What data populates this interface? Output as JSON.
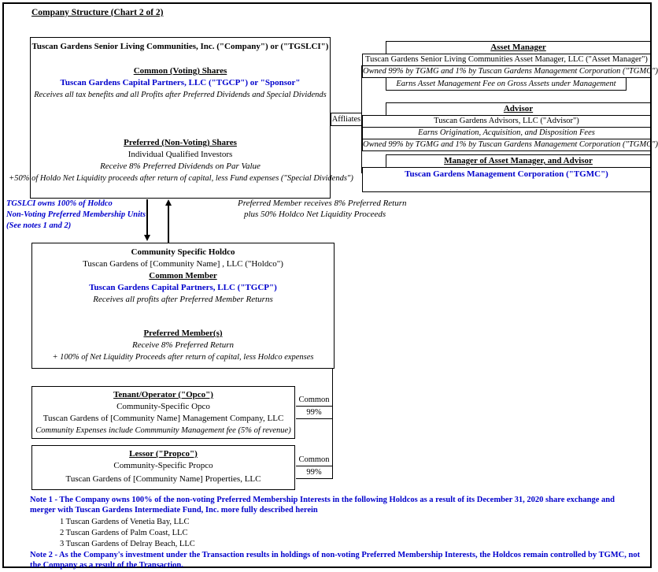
{
  "title": "Company Structure (Chart 2 of 2)",
  "affiliates_label": "Affliates",
  "company": {
    "title": "Tuscan Gardens Senior Living Communities, Inc. (\"Company\") or (\"TGSLCI\")",
    "common_header": "Common (Voting) Shares",
    "common_entity": "Tuscan Gardens Capital Partners, LLC (\"TGCP\") or \"Sponsor\"",
    "common_note": "Receives all tax benefits and all Profits after Preferred Dividends and Special Dividends",
    "preferred_header": "Preferred (Non-Voting) Shares",
    "preferred_investors": "Individual Qualified Investors",
    "preferred_note1": "Receive 8% Preferred Dividends on Par Value",
    "preferred_note2": "+50% of Holdo Net Liquidity proceeds after return of capital, less Fund expenses (\"Special Dividends\")"
  },
  "asset_manager": {
    "header": "Asset Manager",
    "entity": "Tuscan Gardens Senior Living Communities Asset Manager, LLC (\"Asset Manager\")",
    "ownership": "Owned 99% by TGMG and 1% by Tuscan Gardens Management Corporation (\"TGMC\")",
    "fees": "Earns Asset Management Fee on Gross Assets under Management"
  },
  "advisor": {
    "header": "Advisor",
    "entity": "Tuscan Gardens Advisors, LLC (\"Advisor\")",
    "fees": "Earns Origination, Acquisition, and Disposition Fees",
    "ownership": "Owned 99% by TGMG and 1% by Tuscan Gardens Management Corporation (\"TGMC\")"
  },
  "manager": {
    "header": "Manager of Asset Manager, and Advisor",
    "entity": "Tuscan Gardens Management Corporation (\"TGMC\")"
  },
  "left_note": {
    "line1": "TGSLCI owns  100% of Holdco",
    "line2": "Non-Voting Preferred Membership Units",
    "line3": "(See notes 1 and 2)"
  },
  "preferred_member_note": {
    "line1": "Preferred Member receives 8% Preferred Return",
    "line2": "plus 50% Holdco Net Liquidity Proceeds"
  },
  "holdco": {
    "title": "Community Specific Holdco",
    "entity": "Tuscan Gardens of [Community Name] , LLC (\"Holdco\")",
    "common_header": "Common Member",
    "common_entity": "Tuscan Gardens Capital Partners, LLC (\"TGCP\")",
    "common_note": "Receives all profits after Preferred Member Returns",
    "preferred_header": "Preferred Member(s)",
    "preferred_note1": "Receive 8% Preferred Return",
    "preferred_note2": "+ 100% of Net Liquidity Proceeds after return of capital, less Holdco expenses"
  },
  "opco": {
    "header": "Tenant/Operator (\"Opco\")",
    "line1": "Community-Specific Opco",
    "line2": "Tuscan Gardens of [Community Name]  Management Company, LLC",
    "line3": "Community Expenses include Commmunity Management fee (5% of revenue)",
    "ownership_label": "Common",
    "ownership_pct": "99%"
  },
  "propco": {
    "header": "Lessor (\"Propco\")",
    "line1": "Community-Specific Propco",
    "line2": "Tuscan Gardens of [Community Name] Properties, LLC",
    "ownership_label": "Common",
    "ownership_pct": "99%"
  },
  "notes": {
    "note1": "Note 1 - The Company owns 100% of the non-voting Preferred Membership Interests in the following Holdcos as a result of its December 31, 2020 share exchange and merger with Tuscan Gardens Intermediate Fund, Inc.  more fully described herein",
    "list": [
      "1  Tuscan Gardens of Venetia Bay, LLC",
      "2  Tuscan Gardens of Palm Coast, LLC",
      "3  Tuscan Gardens of Delray Beach, LLC"
    ],
    "note2": "Note 2 - As the Company's investment under the Transaction results in holdings of non-voting Preferred Membership Interests, the Holdcos remain controlled by TGMC, not the Company as a result of the Transaction."
  },
  "colors": {
    "accent_blue": "#0000CC"
  }
}
